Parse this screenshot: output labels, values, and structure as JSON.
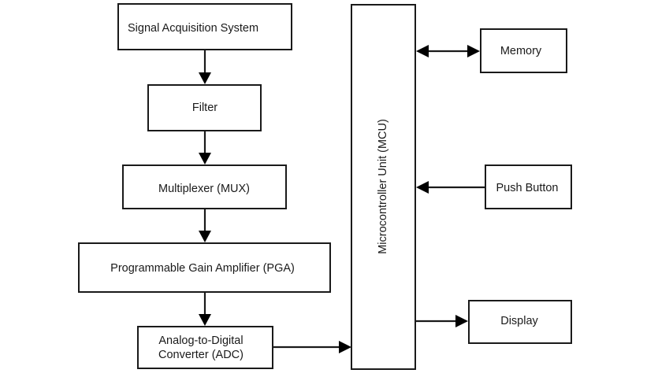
{
  "blocks": {
    "signal_acquisition": "Signal Acquisition System",
    "filter": "Filter",
    "mux": "Multiplexer (MUX)",
    "pga": "Programmable Gain Amplifier (PGA)",
    "adc_line1": "Analog-to-Digital",
    "adc_line2": "Converter (ADC)",
    "mcu": "Microcontroller Unit (MCU)",
    "memory": "Memory",
    "push_button": "Push Button",
    "display": "Display"
  }
}
